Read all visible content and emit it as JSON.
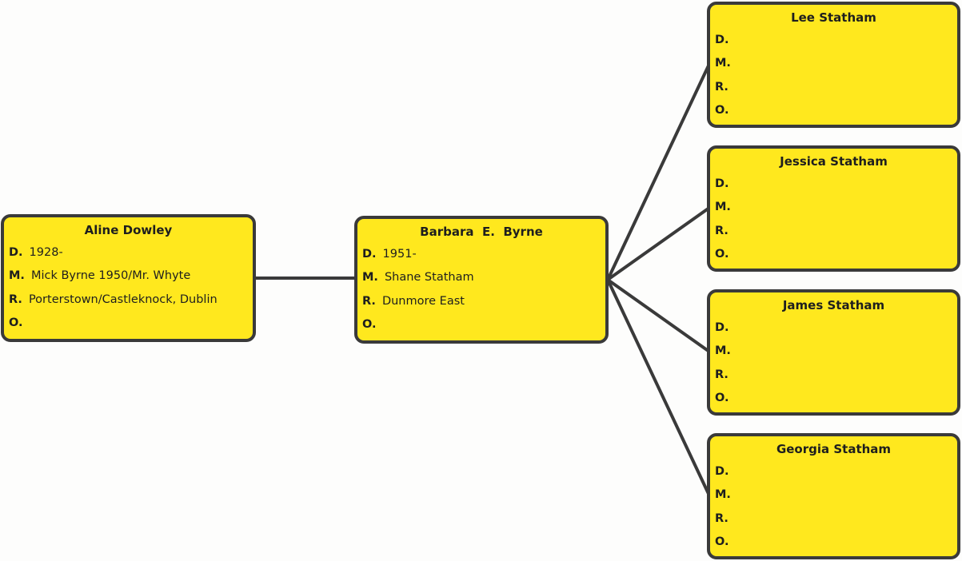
{
  "colors": {
    "box_fill": "#ffe81e",
    "box_border": "#3a3a3a",
    "connector": "#3a3a3a",
    "text": "#1e1e1e"
  },
  "people": {
    "aline": {
      "name": "Aline Dowley",
      "fields": [
        {
          "key": "D.",
          "value": "1928-"
        },
        {
          "key": "M.",
          "value": "Mick Byrne 1950/Mr. Whyte"
        },
        {
          "key": "R.",
          "value": "Porterstown/Castleknock, Dublin"
        },
        {
          "key": "O.",
          "value": ""
        }
      ]
    },
    "barbara": {
      "name": "Barbara  E.  Byrne",
      "fields": [
        {
          "key": "D.",
          "value": "1951-"
        },
        {
          "key": "M.",
          "value": "Shane Statham"
        },
        {
          "key": "R.",
          "value": "Dunmore East"
        },
        {
          "key": "O.",
          "value": ""
        }
      ]
    },
    "lee": {
      "name": "Lee Statham",
      "fields": [
        {
          "key": "D.",
          "value": ""
        },
        {
          "key": "M.",
          "value": ""
        },
        {
          "key": "R.",
          "value": ""
        },
        {
          "key": "O.",
          "value": ""
        }
      ]
    },
    "jessica": {
      "name": "Jessica Statham",
      "fields": [
        {
          "key": "D.",
          "value": ""
        },
        {
          "key": "M.",
          "value": ""
        },
        {
          "key": "R.",
          "value": ""
        },
        {
          "key": "O.",
          "value": ""
        }
      ]
    },
    "james": {
      "name": "James Statham",
      "fields": [
        {
          "key": "D.",
          "value": ""
        },
        {
          "key": "M.",
          "value": ""
        },
        {
          "key": "R.",
          "value": ""
        },
        {
          "key": "O.",
          "value": ""
        }
      ]
    },
    "georgia": {
      "name": "Georgia Statham",
      "fields": [
        {
          "key": "D.",
          "value": ""
        },
        {
          "key": "M.",
          "value": ""
        },
        {
          "key": "R.",
          "value": ""
        },
        {
          "key": "O.",
          "value": ""
        }
      ]
    }
  }
}
